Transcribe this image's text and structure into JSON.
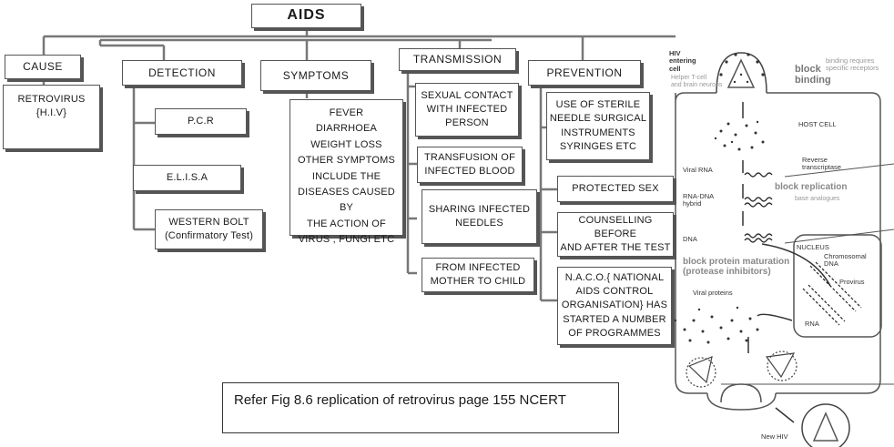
{
  "title": "AIDS",
  "categories": {
    "cause": {
      "label": "CAUSE",
      "items": [
        "RETROVIRUS\n{H.I.V}"
      ]
    },
    "detection": {
      "label": "DETECTION",
      "items": [
        "P.C.R",
        "E.L.I.S.A",
        "WESTERN BOLT\n(Confirmatory Test)"
      ]
    },
    "symptoms": {
      "label": "SYMPTOMS",
      "items": [
        "FEVER\nDIARRHOEA\nWEIGHT LOSS\nOTHER SYMPTOMS\nINCLUDE  THE\nDISEASES CAUSED BY\nTHE ACTION OF\nVIRUS , FUNGI ETC"
      ]
    },
    "transmission": {
      "label": "TRANSMISSION",
      "items": [
        "SEXUAL CONTACT\nWITH INFECTED\nPERSON",
        "TRANSFUSION OF\nINFECTED BLOOD",
        "SHARING INFECTED\nNEEDLES",
        "FROM INFECTED\nMOTHER TO CHILD"
      ]
    },
    "prevention": {
      "label": "PREVENTION",
      "items": [
        "USE OF STERILE\nNEEDLE SURGICAL\nINSTRUMENTS\nSYRINGES ETC",
        "PROTECTED SEX",
        "COUNSELLING BEFORE\nAND AFTER THE TEST",
        "N.A.C.O.{ NATIONAL\nAIDS CONTROL\nORGANISATION} HAS\nSTARTED A NUMBER\nOF  PROGRAMMES"
      ]
    }
  },
  "reference": "Refer Fig 8.6 replication of retrovirus page 155 NCERT",
  "figure_labels": {
    "hiv_entering": "HIV\nentering\ncell",
    "helper_cell": "Helper T-cell\nand brain neurons",
    "block_binding": "block\nbinding",
    "binding_note": "binding requires\nspecific receptors",
    "host_cell": "HOST CELL",
    "viral_rna": "Viral RNA",
    "reverse_transcriptase": "Reverse\ntranscriptase",
    "block_replication": "block replication",
    "base_analogues": "base analogues",
    "rna_dna_hybrid": "RNA-DNA\nhybrid",
    "dna": "DNA",
    "nucleus": "NUCLEUS",
    "chromosomal_dna": "Chromosomal\nDNA",
    "provirus": "Provirus",
    "block_maturation": "block protein maturation\n(protease inhibitors)",
    "viral_proteins": "Viral proteins",
    "rna": "RNA",
    "new_hiv": "New HIV"
  },
  "colors": {
    "line": "#555555",
    "box_border": "#555555",
    "figure_gray": "#888888"
  }
}
